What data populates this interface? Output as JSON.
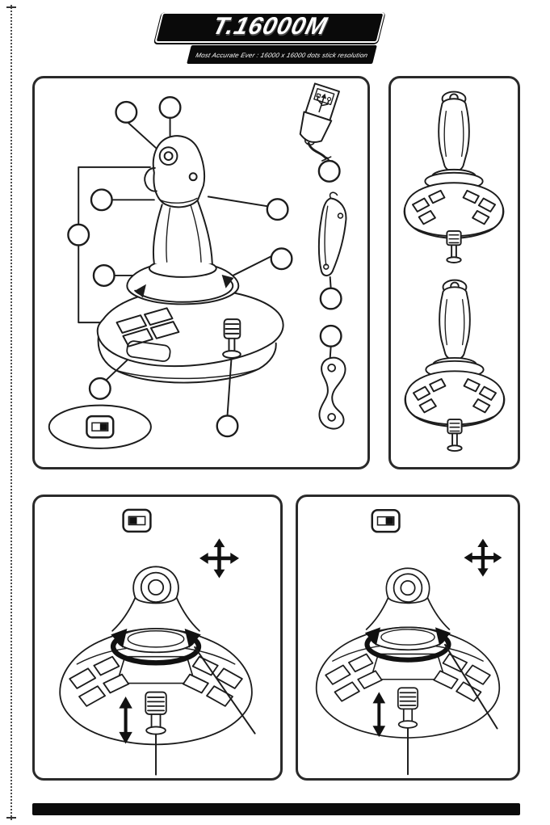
{
  "logo": {
    "title": "T.16000M",
    "tagline": "Most Accurate Ever : 16000 x 16000 dots stick resolution"
  },
  "colors": {
    "ink": "#1c1c1c",
    "panel_border": "#2a2a2a",
    "banner_black": "#0a0a0a",
    "paper_white": "#ffffff"
  },
  "overview_panel": {
    "callout_count": 12,
    "icons": {
      "usb": "usb-plug-icon",
      "palm_rest": "palm-rest-part-icon",
      "curved_key": "curved-key-part-icon",
      "twist_arrow": "twist-rotation-arrow-icon",
      "hand_switch": "hand-select-switch-icon"
    },
    "hand_switch_icon": "#icon-switch-knob-right"
  },
  "variants_panel": {
    "top": "right-handed-joystick-view",
    "bottom": "left-handed-joystick-view"
  },
  "bottom_left_panel": {
    "switch_icon": "#icon-switch-knob-left",
    "icons": {
      "hand_switch": "hand-select-switch-icon",
      "pov": "four-way-arrows-icon",
      "twist": "bold-rotation-arc-icon",
      "throttle": "up-down-arrow-icon"
    }
  },
  "bottom_right_panel": {
    "switch_icon": "#icon-switch-knob-right",
    "icons": {
      "hand_switch": "hand-select-switch-icon",
      "pov": "four-way-arrows-icon",
      "twist": "bold-rotation-arc-icon",
      "throttle": "up-down-arrow-icon"
    }
  }
}
